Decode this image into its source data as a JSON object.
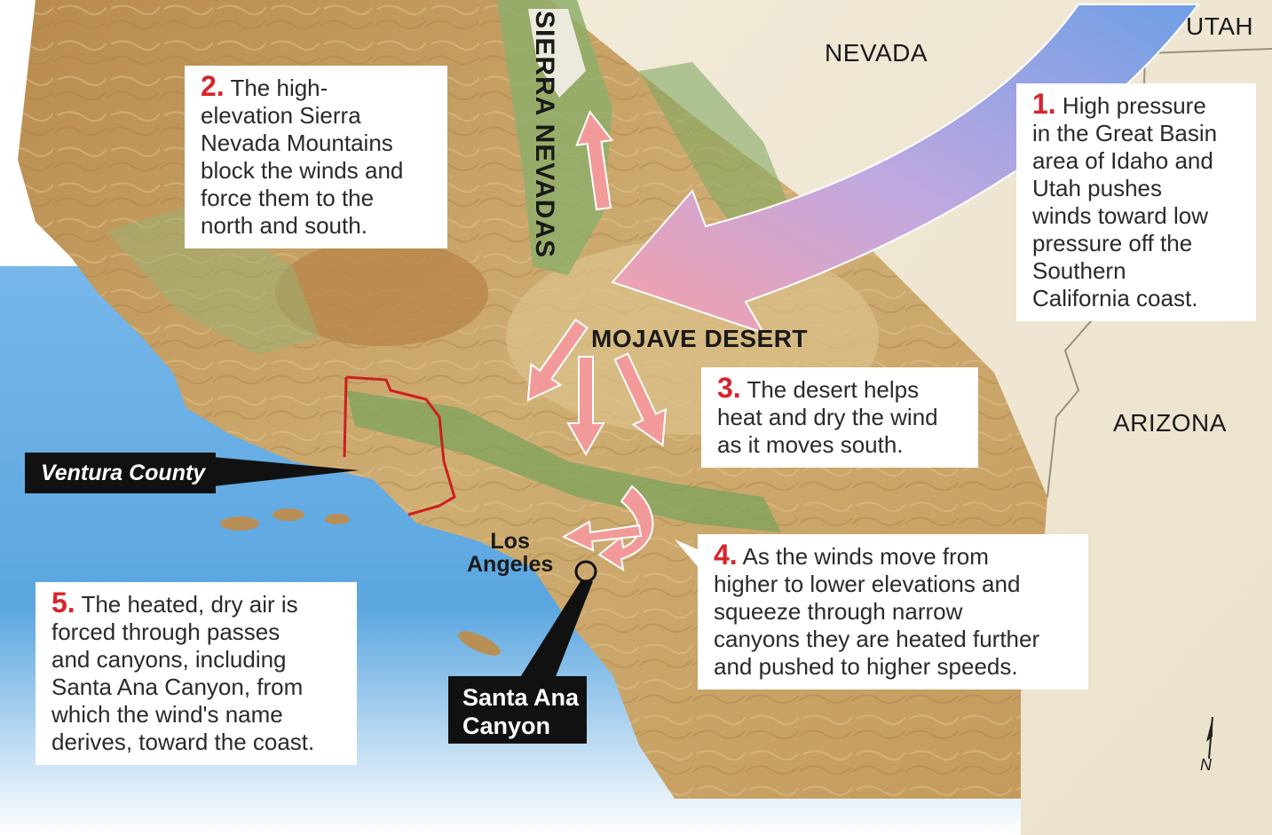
{
  "states": {
    "nevada": "NEVADA",
    "utah": "UTAH",
    "arizona": "ARIZONA"
  },
  "regions": {
    "sierra_nevadas": "SIERRA NEVADAS",
    "mojave_desert": "MOJAVE DESERT",
    "los_angeles": "Los\nAngeles"
  },
  "callouts": [
    {
      "number": "1.",
      "text": "High pressure\nin the Great Basin\narea of Idaho and\nUtah pushes\nwinds toward low\npressure off the\nSouthern\nCalifornia coast."
    },
    {
      "number": "2.",
      "text": "The high-\nelevation Sierra\nNevada Mountains\nblock the winds and\nforce them to the\nnorth and south."
    },
    {
      "number": "3.",
      "text": "The desert helps\nheat and dry the wind\nas it moves south."
    },
    {
      "number": "4.",
      "text": "As the winds move from\nhigher to lower elevations and\nsqueeze through narrow\ncanyons they are heated further\nand pushed to higher speeds."
    },
    {
      "number": "5.",
      "text": "The heated, dry air is\nforced through passes\nand canyons, including\nSanta Ana Canyon, from\nwhich the wind's name\nderives, toward the coast."
    }
  ],
  "pointers": {
    "ventura_county": "Ventura County",
    "santa_ana_canyon_line1": "Santa Ana",
    "santa_ana_canyon_line2": "Canyon"
  },
  "north_arrow": {
    "letter": "N"
  },
  "colors": {
    "ocean": "#5ba6e0",
    "land": "#c9a468",
    "callout_number": "#d9232d",
    "wind_arrow": "#f29a9a",
    "great_basin_arrow_start": "#6f9fe6",
    "great_basin_arrow_end": "#f5a0a8",
    "county_border": "#cc1f1f"
  }
}
